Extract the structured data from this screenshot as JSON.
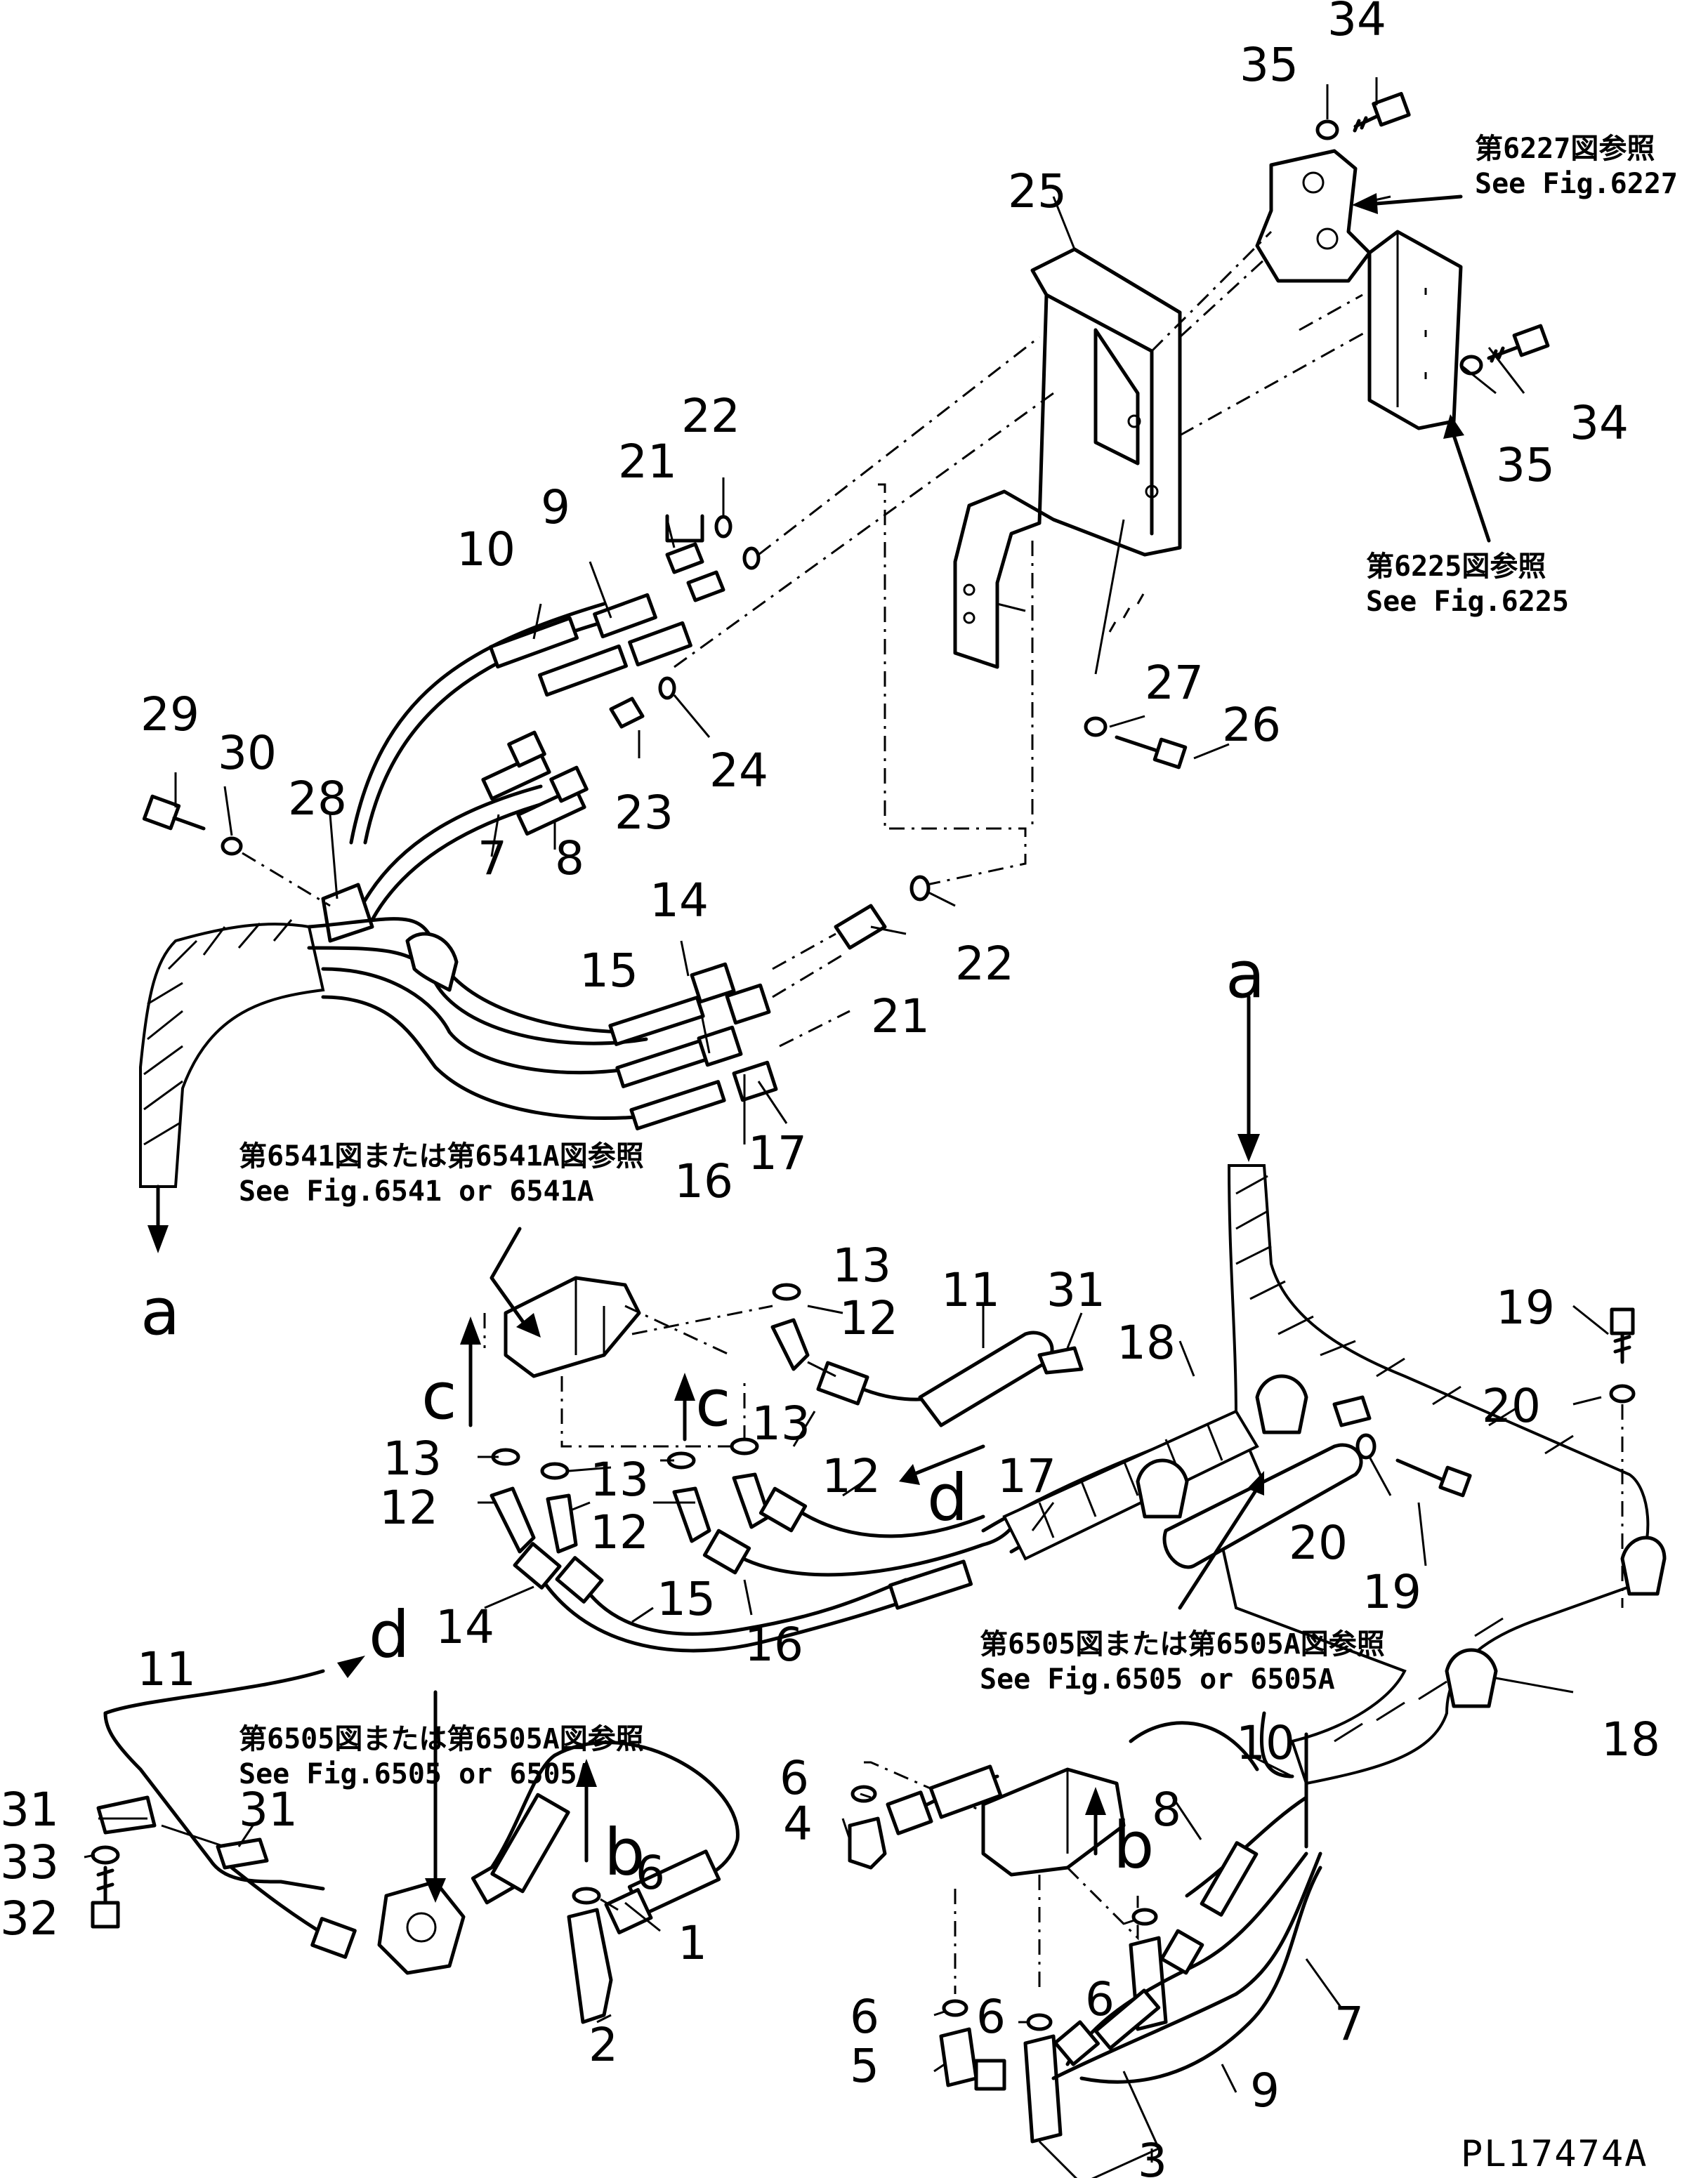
{
  "drawing_code": "PL17474A",
  "callouts": {
    "n1": "1",
    "n2": "2",
    "n3": "3",
    "n4": "4",
    "n5": "5",
    "n6": "6",
    "n7": "7",
    "n8": "8",
    "n9": "9",
    "n10": "10",
    "n11": "11",
    "n12": "12",
    "n13": "13",
    "n14": "14",
    "n15": "15",
    "n16": "16",
    "n17": "17",
    "n18": "18",
    "n19": "19",
    "n20": "20",
    "n21": "21",
    "n22": "22",
    "n23": "23",
    "n24": "24",
    "n25": "25",
    "n26": "26",
    "n27": "27",
    "n28": "28",
    "n29": "29",
    "n30": "30",
    "n31": "31",
    "n32": "32",
    "n33": "33",
    "n34": "34",
    "n35": "35"
  },
  "connectors": {
    "a": "a",
    "b": "b",
    "c": "c",
    "d": "d"
  },
  "references": {
    "fig6227_jp": "第6227図参照",
    "fig6227_en": "See Fig.6227",
    "fig6225_jp": "第6225図参照",
    "fig6225_en": "See Fig.6225",
    "fig6541_jp": "第6541図または第6541A図参照",
    "fig6541_en": "See Fig.6541 or 6541A",
    "fig6505_jp": "第6505図または第6505A図参照",
    "fig6505_en": "See Fig.6505 or 6505A"
  }
}
